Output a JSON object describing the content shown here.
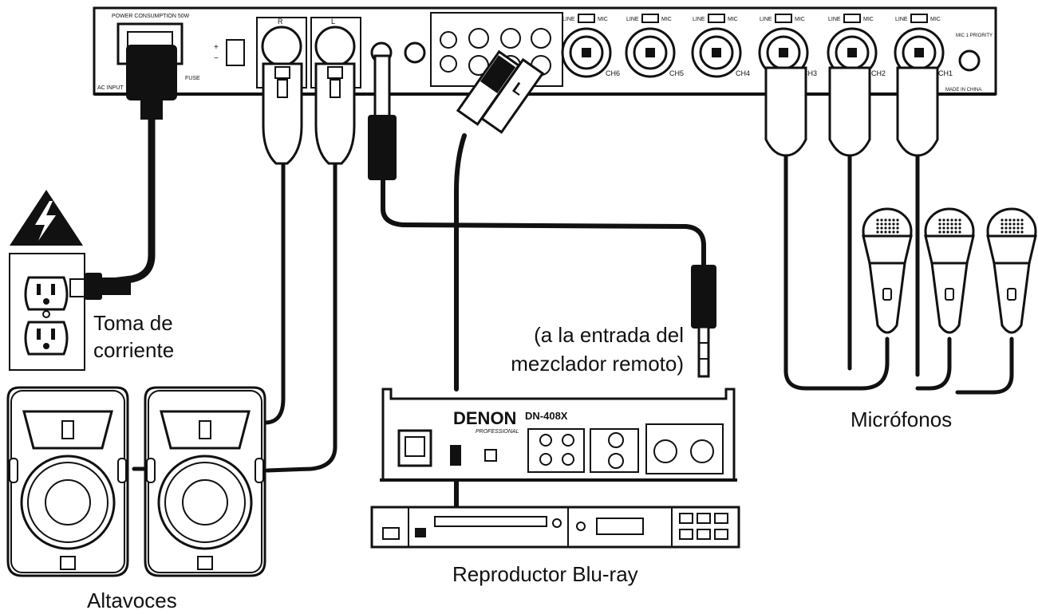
{
  "labels": {
    "outlet_line1": "Toma de",
    "outlet_line2": "corriente",
    "speakers": "Altavoces",
    "mixer_note_line1": "(a la entrada del",
    "mixer_note_line2": "mezclador remoto)",
    "microphones": "Micrófonos",
    "bluray": "Reproductor Blu-ray"
  },
  "mixer_panel": {
    "power_text": "POWER CONSUMPTION 50W",
    "ac_in": "AC INPUT",
    "fuse": "FUSE",
    "channels": [
      "CH6",
      "CH5",
      "CH4",
      "CH3",
      "CH2",
      "CH1"
    ],
    "switch_line": "LINE",
    "switch_mic": "MIC",
    "rca_l": "L",
    "rca_r": "R",
    "mic1_priority": "MIC 1 PRIORITY",
    "made_in": "MADE IN CHINA"
  },
  "cd_player": {
    "brand": "DENON",
    "model": "DN-408X",
    "sub": "PROFESSIONAL"
  },
  "plug_labels": {
    "r": "R",
    "l": "L"
  }
}
